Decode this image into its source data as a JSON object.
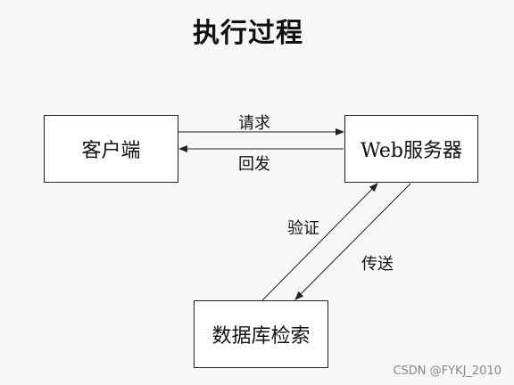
{
  "diagram": {
    "title": "执行过程",
    "nodes": {
      "client": "客户端",
      "server": "Web服务器",
      "database": "数据库检索"
    },
    "edges": {
      "request": "请求",
      "return": "回发",
      "verify": "验证",
      "send": "传送"
    }
  },
  "watermark": "CSDN @FYKJ_2010",
  "colors": {
    "background": "#f7f7f7",
    "box_fill": "#ffffff",
    "stroke": "#222222",
    "watermark": "#888888"
  }
}
